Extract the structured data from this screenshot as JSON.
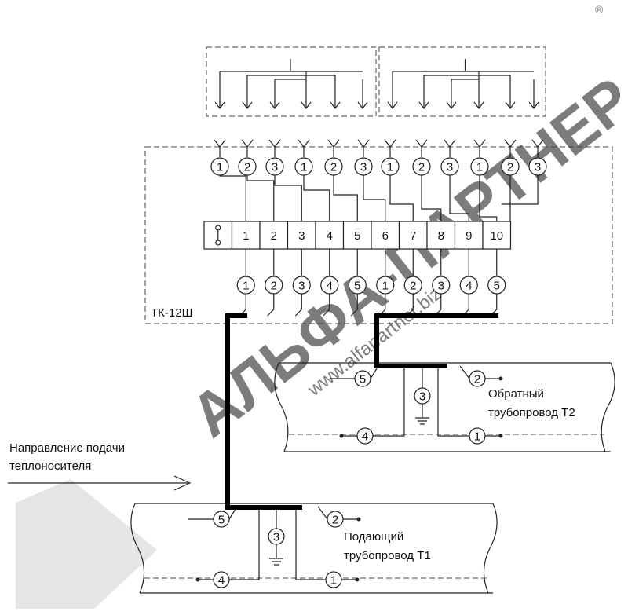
{
  "device": {
    "label": "ТК-12Ш",
    "terminals": [
      "1",
      "2",
      "3",
      "4",
      "5",
      "6",
      "7",
      "8",
      "9",
      "10"
    ],
    "input_circles": [
      "1",
      "2",
      "3",
      "1",
      "2",
      "3",
      "1",
      "2",
      "3",
      "1",
      "2",
      "3"
    ],
    "output_circles": [
      "1",
      "2",
      "3",
      "4",
      "5",
      "1",
      "2",
      "3",
      "4",
      "5"
    ]
  },
  "flow": {
    "line1": "Направление подачи",
    "line2": "теплоносителя"
  },
  "return_pipe": {
    "line1": "Обратный",
    "line2": "трубопровод Т2",
    "nodes": [
      "5",
      "3",
      "2",
      "4",
      "1"
    ]
  },
  "supply_pipe": {
    "line1": "Подающий",
    "line2": "трубопровод Т1",
    "nodes": [
      "5",
      "3",
      "2",
      "4",
      "1"
    ]
  },
  "watermark": {
    "brand": "АЛЬФА-ПАРТНЕР",
    "site": "www.alfapartner.biz",
    "registered": "®"
  },
  "colors": {
    "line": "#222222",
    "thick_cable": "#000000",
    "watermark": "#cfcfcf"
  }
}
